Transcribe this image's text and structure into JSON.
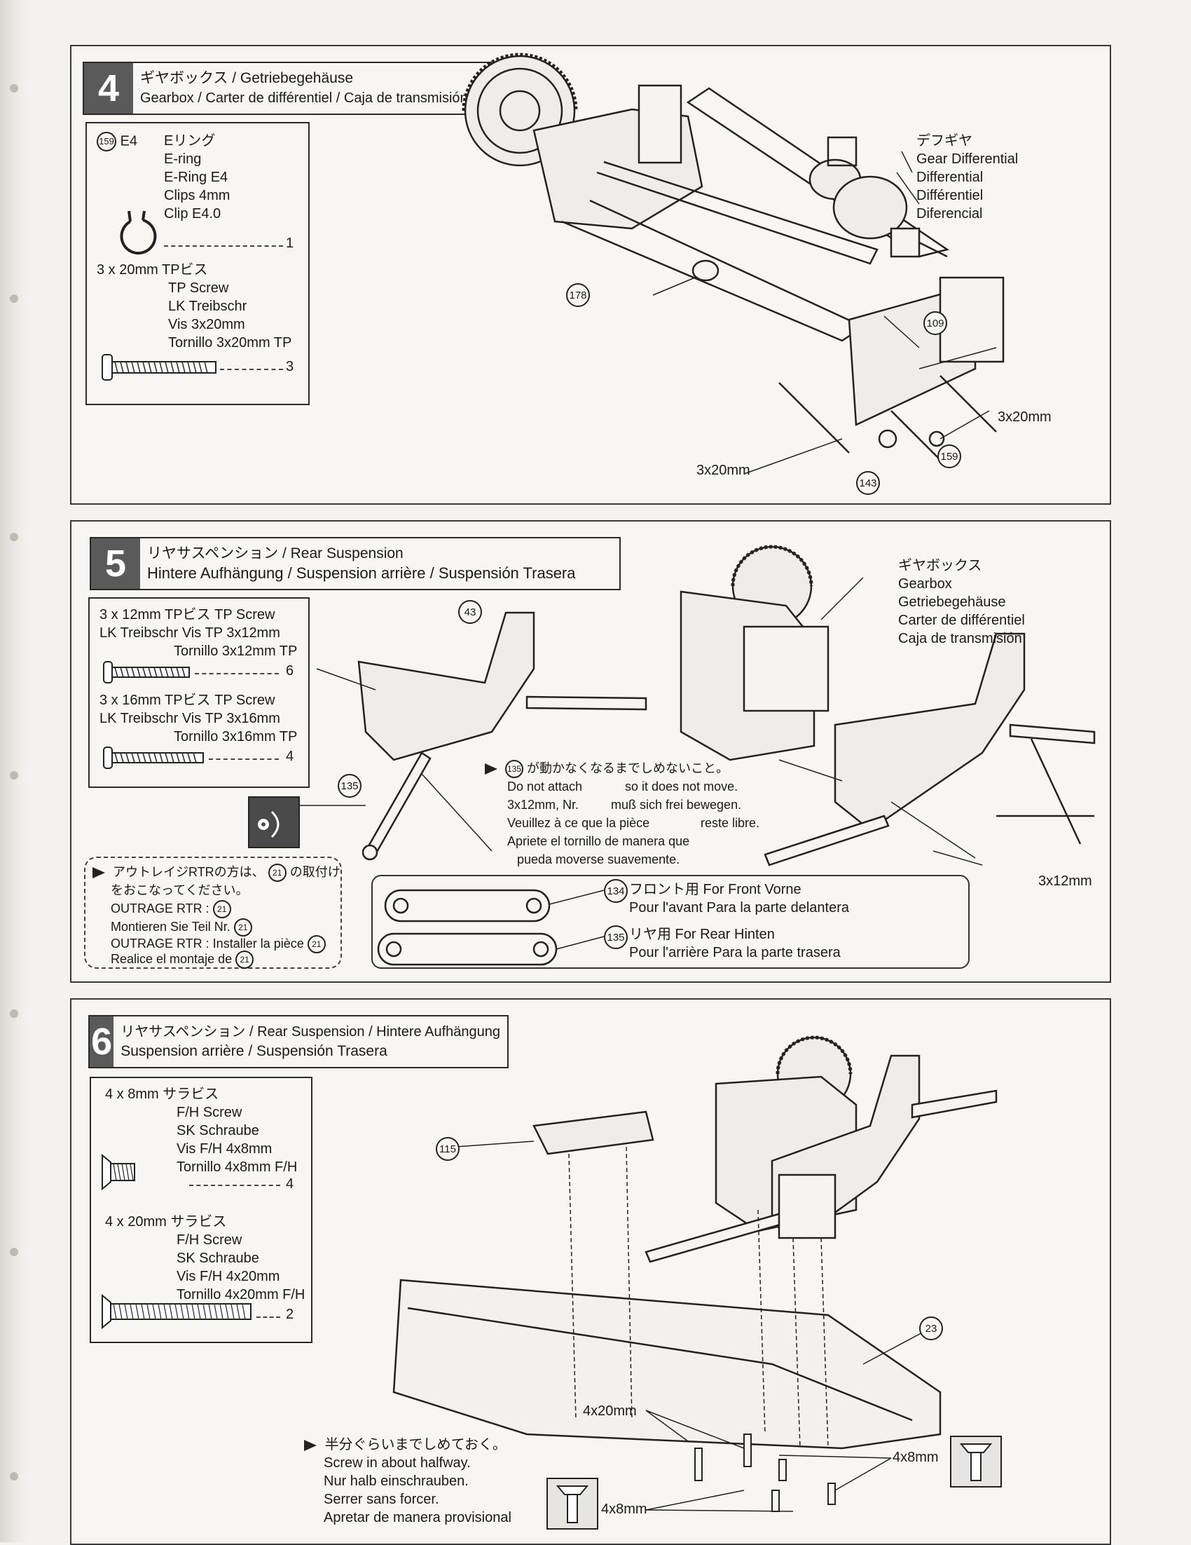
{
  "step4": {
    "number": "4",
    "title_1": "ギヤボックス / Getriebegehäuse",
    "title_2": "Gearbox / Carter de différentiel / Caja de transmisión",
    "parts": {
      "ering_code": "159",
      "ering_size": "E4",
      "ering_names": [
        "Eリング",
        "E-ring",
        "E-Ring E4",
        "Clips 4mm",
        "Clip E4.0"
      ],
      "ering_qty": "1",
      "screw_head": "3 x 20mm TPビス",
      "screw_names": [
        "TP Screw",
        "LK Treibschr",
        "Vis 3x20mm",
        "Tornillo 3x20mm TP"
      ],
      "screw_qty": "3"
    },
    "diff_labels": [
      "デフギヤ",
      "Gear Differential",
      "Differential",
      "Différentiel",
      "Diferencial"
    ],
    "callouts": [
      "178",
      "109",
      "159",
      "143"
    ],
    "size_labels": [
      "3x20mm",
      "3x20mm"
    ]
  },
  "step5": {
    "number": "5",
    "title_1": "リヤサスペンション / Rear Suspension",
    "title_2": "Hintere Aufhängung / Suspension arrière / Suspensión Trasera",
    "parts": {
      "screw1_lines": [
        "3 x 12mm TPビス  TP Screw",
        "LK Treibschr   Vis TP 3x12mm",
        "Tornillo 3x12mm TP"
      ],
      "screw1_qty": "6",
      "screw2_lines": [
        "3 x 16mm TPビス  TP Screw",
        "LK Treibschr   Vis TP 3x16mm",
        "Tornillo 3x16mm TP"
      ],
      "screw2_qty": "4"
    },
    "gearbox_labels": [
      "ギヤボックス",
      "Gearbox",
      "Getriebegehäuse",
      "Carter de différentiel",
      "Caja de transmisión"
    ],
    "callouts": [
      "43",
      "135"
    ],
    "note_135": [
      "が動かなくなるまでしめないこと。",
      "Do not attach",
      "so it does not move.",
      "3x12mm, Nr.",
      "muß sich frei bewegen.",
      "Veuillez à ce que la pièce",
      "reste libre.",
      "Apriete el tornillo de manera que",
      "pueda moverse suavemente."
    ],
    "note_135_code": "135",
    "outrage_note": [
      "アウトレイジRTRの方は、",
      "の取付け",
      "をおこなってください。",
      "OUTRAGE RTR :",
      "Montieren Sie Teil Nr.",
      "OUTRAGE RTR : Installer la pièce",
      "Realice el montaje de"
    ],
    "outrage_code": "21",
    "arm_front": {
      "code": "134",
      "l1": "フロント用    For Front    Vorne",
      "l2": "Pour l'avant    Para la parte delantera"
    },
    "arm_rear": {
      "code": "135",
      "l1": "リヤ用    For Rear    Hinten",
      "l2": "Pour l'arrière    Para la parte trasera"
    },
    "size_label": "3x12mm"
  },
  "step6": {
    "number": "6",
    "title_1": "リヤサスペンション / Rear Suspension / Hintere Aufhängung",
    "title_2": "Suspension arrière / Suspensión Trasera",
    "parts": {
      "screw1_head": "4 x 8mm  サラビス",
      "screw1_names": [
        "F/H Screw",
        "SK Schraube",
        "Vis F/H 4x8mm",
        "Tornillo 4x8mm F/H"
      ],
      "screw1_qty": "4",
      "screw2_head": "4 x 20mm サラビス",
      "screw2_names": [
        "F/H Screw",
        "SK Schraube",
        "Vis F/H 4x20mm",
        "Tornillo 4x20mm F/H"
      ],
      "screw2_qty": "2"
    },
    "callouts": [
      "115",
      "23"
    ],
    "halfway": [
      "半分ぐらいまでしめておく。",
      "Screw in about halfway.",
      "Nur halb einschrauben.",
      "Serrer sans forcer.",
      "Apretar de manera provisional"
    ],
    "size_labels": [
      "4x20mm",
      "4x8mm",
      "4x8mm"
    ]
  }
}
